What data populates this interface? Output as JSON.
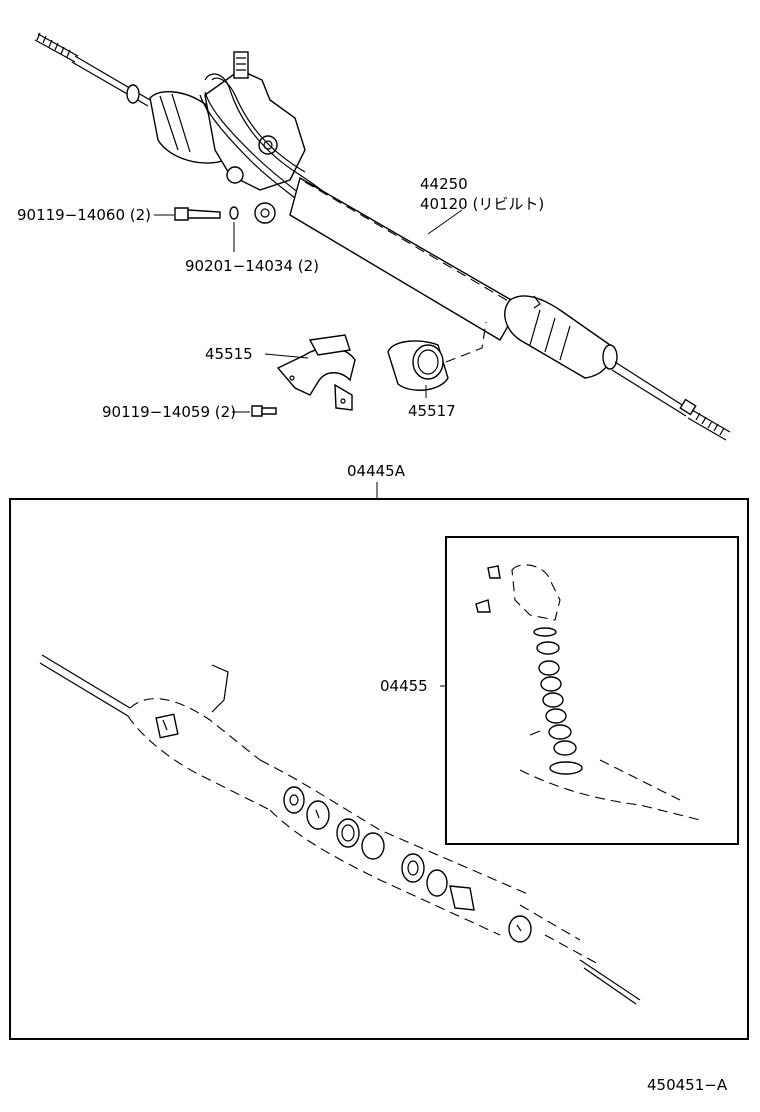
{
  "labels": {
    "p44250": "44250",
    "p40120": "40120 (リビルト)",
    "p9011914060": "90119−14060 (2)",
    "p9020114034": "90201−14034 (2)",
    "p45515": "45515",
    "p9011914059": "90119−14059 (2)",
    "p45517": "45517",
    "p04445A": "04445A",
    "p04455": "04455",
    "illustration_no": "450451−A"
  }
}
